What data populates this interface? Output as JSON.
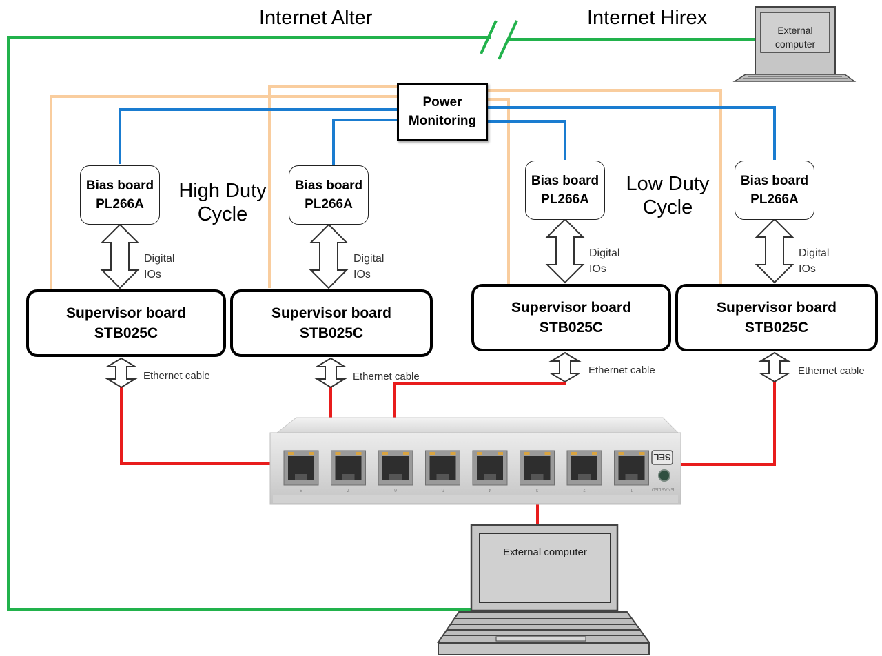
{
  "labels": {
    "internet_alter": "Internet Alter",
    "internet_hirex": "Internet Hirex",
    "high_duty_line1": "High Duty",
    "high_duty_line2": "Cycle",
    "low_duty_line1": "Low Duty",
    "low_duty_line2": "Cycle"
  },
  "power_monitoring": {
    "line1": "Power",
    "line2": "Monitoring"
  },
  "bias_boards": [
    {
      "line1": "Bias board",
      "line2": "PL266A"
    },
    {
      "line1": "Bias board",
      "line2": "PL266A"
    },
    {
      "line1": "Bias board",
      "line2": "PL266A"
    },
    {
      "line1": "Bias board",
      "line2": "PL266A"
    }
  ],
  "supervisor_boards": [
    {
      "line1": "Supervisor board",
      "line2": "STB025C"
    },
    {
      "line1": "Supervisor board",
      "line2": "STB025C"
    },
    {
      "line1": "Supervisor board",
      "line2": "STB025C"
    },
    {
      "line1": "Supervisor board",
      "line2": "STB025C"
    }
  ],
  "digital_ios": [
    {
      "line1": "Digital",
      "line2": "IOs"
    },
    {
      "line1": "Digital",
      "line2": "IOs"
    },
    {
      "line1": "Digital",
      "line2": "IOs"
    },
    {
      "line1": "Digital",
      "line2": "IOs"
    }
  ],
  "ethernet_labels": [
    "Ethernet cable",
    "Ethernet cable",
    "Ethernet cable",
    "Ethernet cable"
  ],
  "external_computer_top": {
    "line1": "External",
    "line2": "computer"
  },
  "external_computer_bottom": "External computer",
  "switch": {
    "brand": "SEL",
    "port_numbers": [
      "8",
      "7",
      "6",
      "5",
      "4",
      "3",
      "2",
      "1"
    ],
    "status_label": "ENABLED"
  },
  "colors": {
    "internet_link": "#22b24c",
    "power_line": "#f9cd9e",
    "bias_line": "#1a7cd0",
    "ethernet_line": "#e81c1c"
  }
}
